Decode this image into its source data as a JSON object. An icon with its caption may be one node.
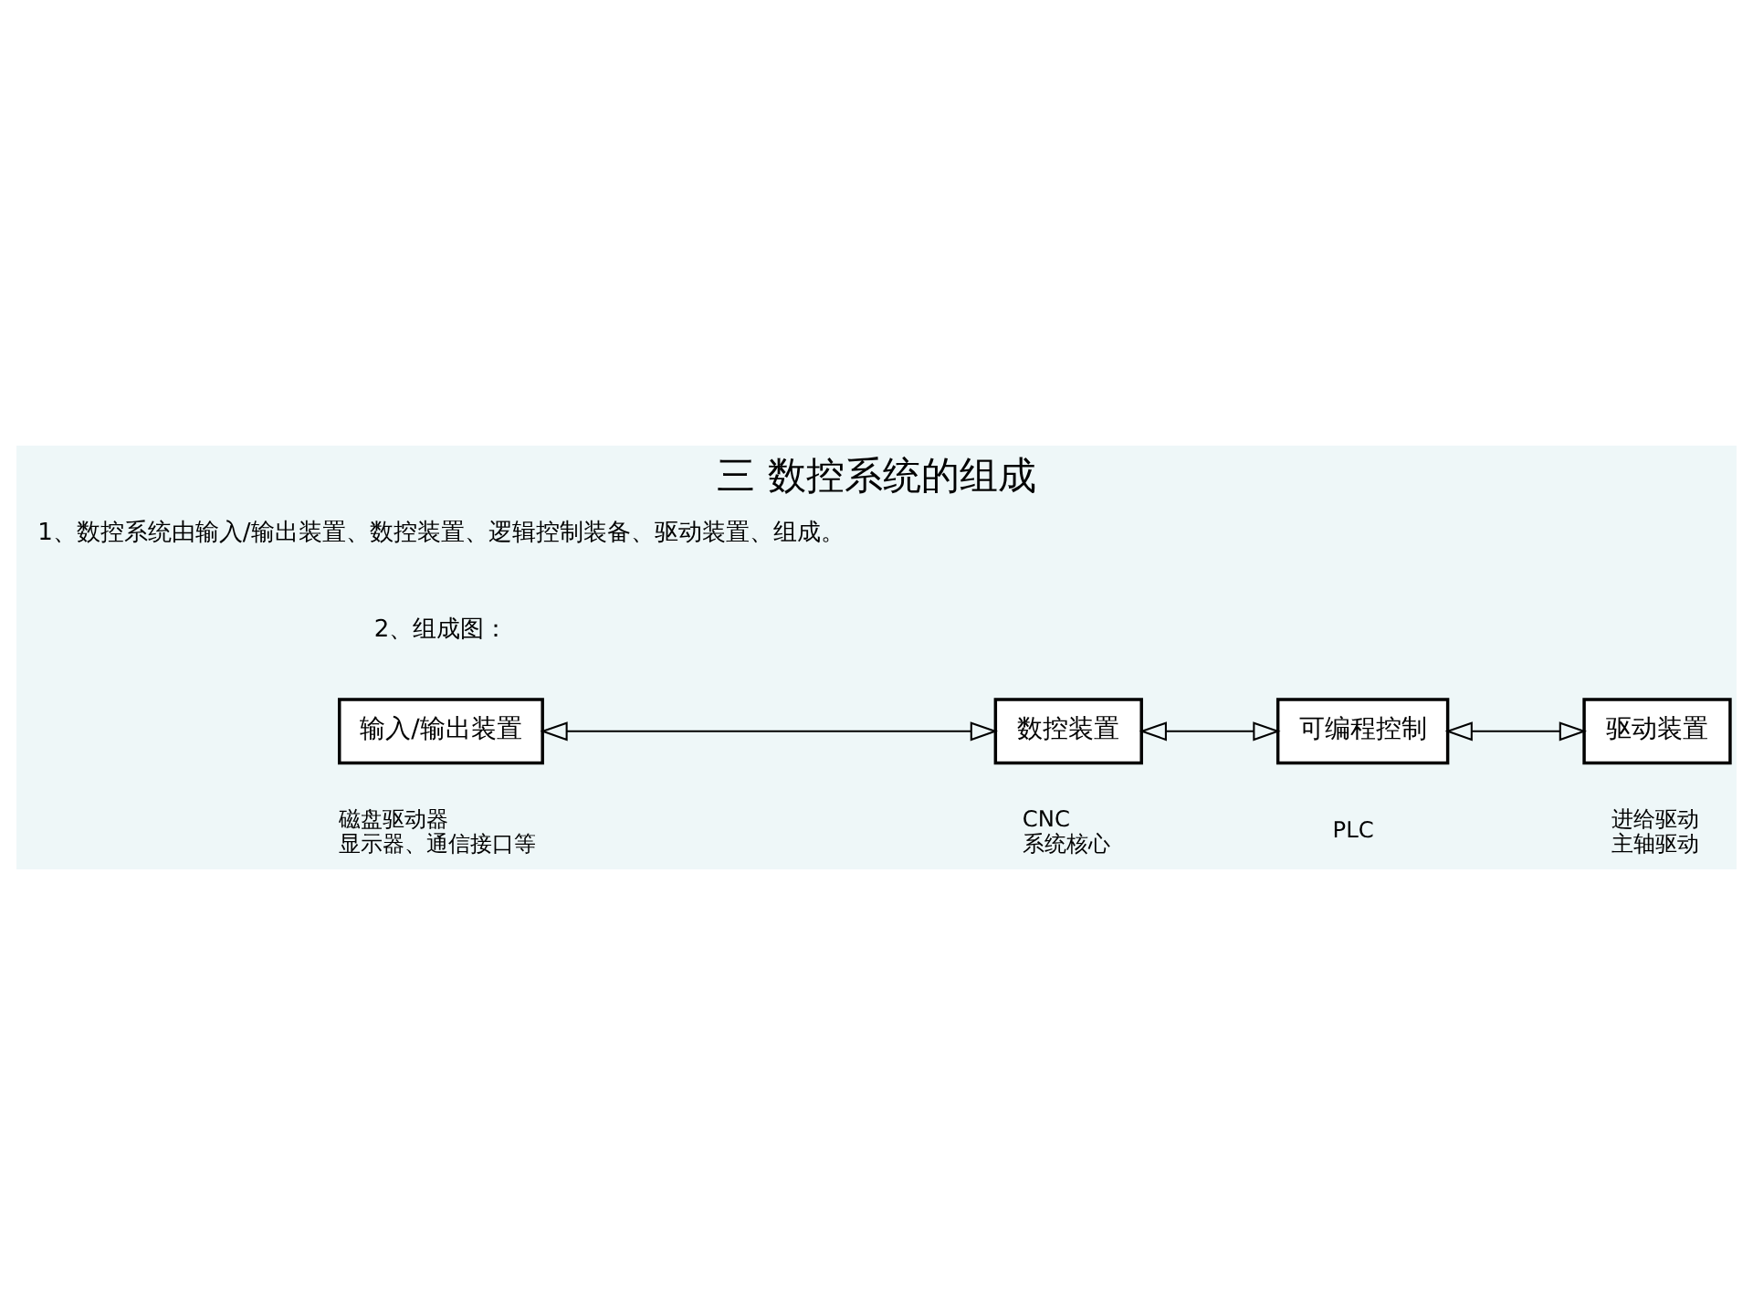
{
  "diagram": {
    "title": "三 数控系统的组成",
    "nodes": [
      {
        "text": [
          "输入/输出装置"
        ],
        "beside": [
          "磁盘驱动器",
          "显示器、通信接口等"
        ]
      },
      {
        "text": [
          "数控装置"
        ],
        "beside": [
          "CNC",
          "系统核心"
        ]
      },
      {
        "text": [
          "可编程控制"
        ],
        "beside": [
          "PLC"
        ]
      },
      {
        "text": [
          "驱动装置"
        ],
        "beside": [
          "进给驱动",
          "主轴驱动"
        ]
      }
    ],
    "edges": [
      {
        "from": 0,
        "to": 1,
        "arrow": "both"
      },
      {
        "from": 1,
        "to": 2,
        "arrow": "both"
      },
      {
        "from": 2,
        "to": 3,
        "arrow": "both"
      }
    ],
    "labels": [
      "1、数控系统由输入/输出装置、数控装置、逻辑控制装备、驱动装置、组成。",
      "2、组成图："
    ]
  }
}
